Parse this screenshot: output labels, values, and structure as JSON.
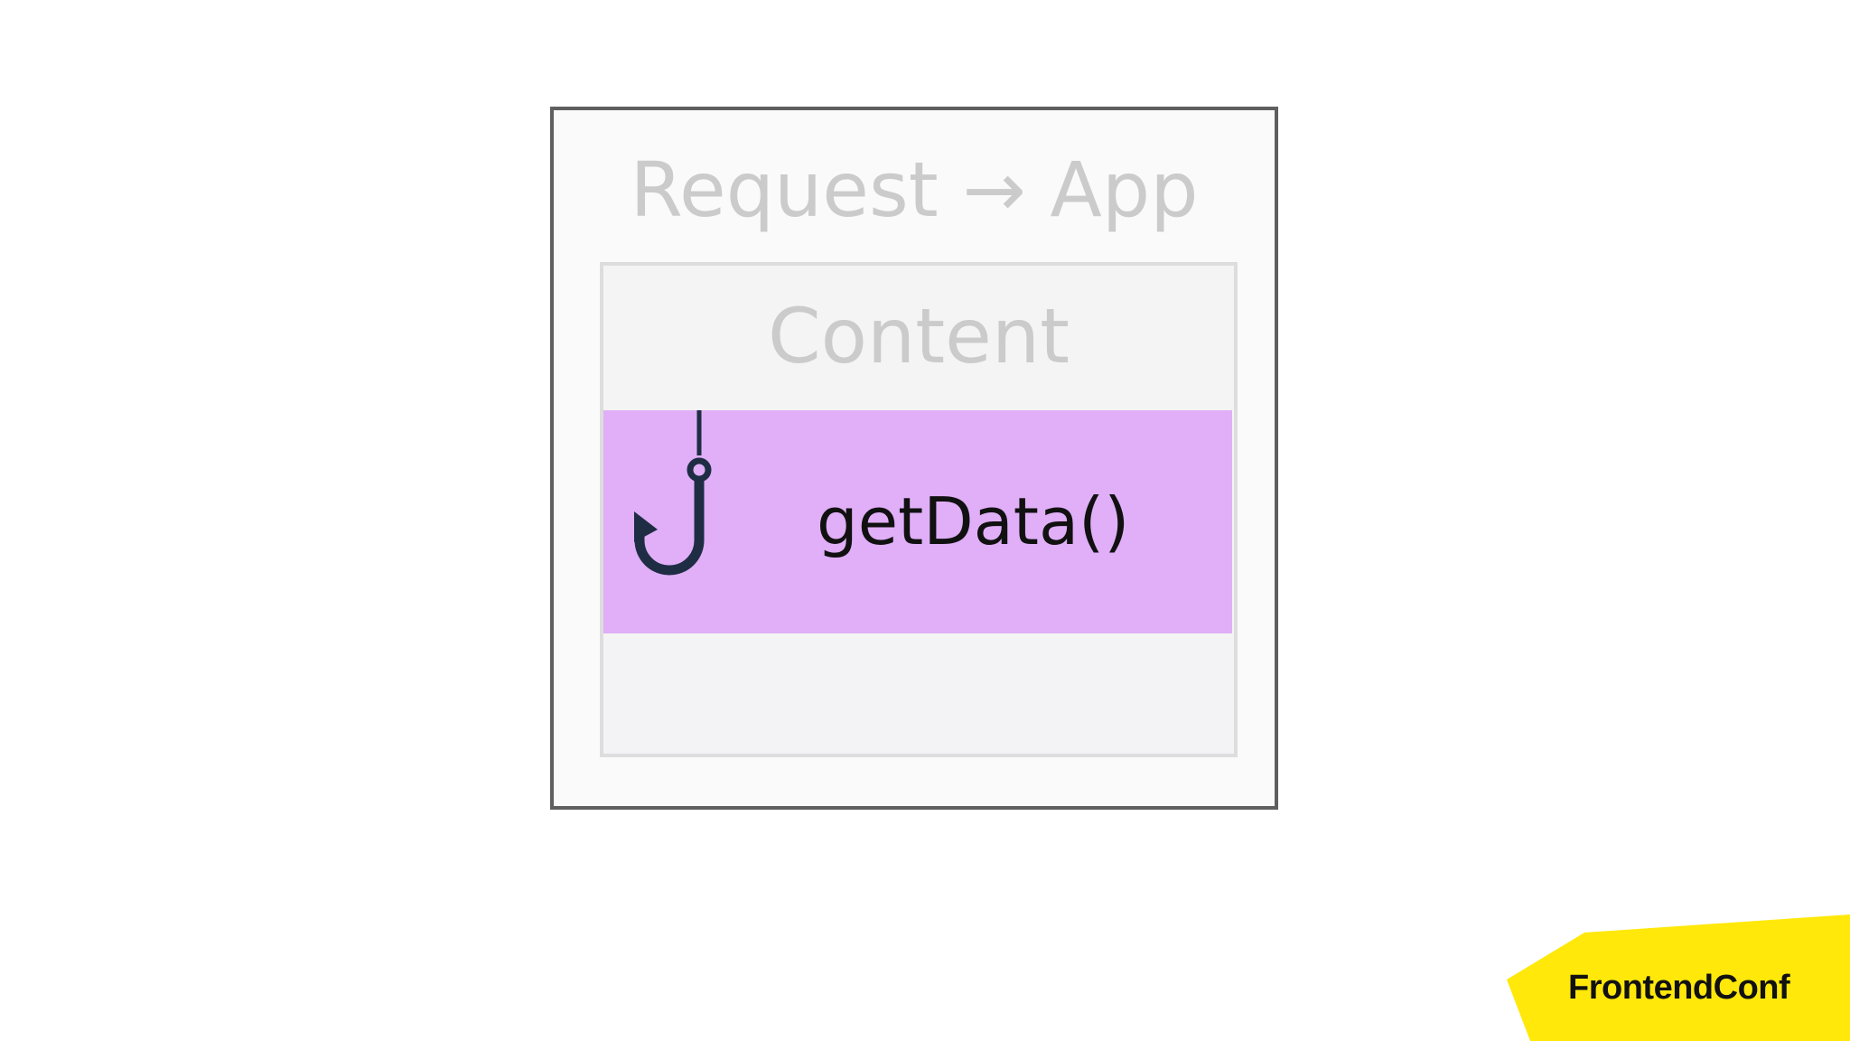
{
  "diagram": {
    "outer_title": "Request → App",
    "inner_title": "Content",
    "hook_label": "getData()",
    "hook_icon": "fishing-hook-icon",
    "colors": {
      "outer_border": "#5f5f5f",
      "muted_text": "#cbcbcb",
      "hook_band": "#e0aff7",
      "hook_icon": "#1f2d44"
    }
  },
  "brand": {
    "label": "FrontendConf",
    "color": "#ffe80a"
  }
}
